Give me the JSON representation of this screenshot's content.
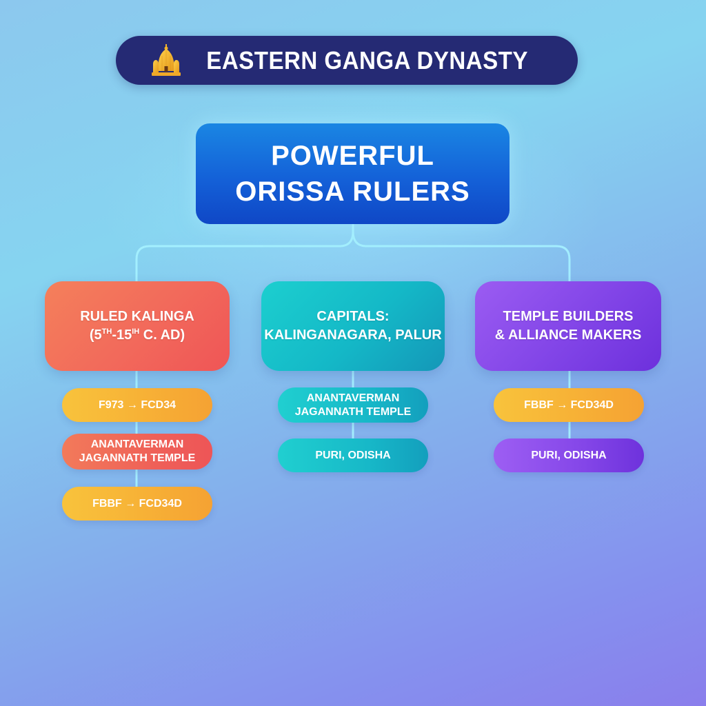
{
  "header": {
    "icon": "temple-icon",
    "title": "EASTERN GANGA DYNASTY"
  },
  "root": {
    "line1": "POWERFUL",
    "line2": "ORISSA RULERS"
  },
  "branches": [
    {
      "color": "#f06a5a",
      "line1": "RULED KALINGA",
      "line2_prefix": "(5",
      "line2_sup1": "TH",
      "line2_mid": "-15",
      "line2_sup2": "IH",
      "line2_suffix": " C. AD)",
      "children": [
        {
          "style": "yellow",
          "text": "F973 → FCD34"
        },
        {
          "style": "red",
          "line1": "ANANTAVERMAN",
          "line2": "JAGANNATH TEMPLE"
        },
        {
          "style": "yellow",
          "text": "FBBF → FCD34D"
        }
      ]
    },
    {
      "color": "#17b8c8",
      "line1": "CAPITALS:",
      "line2": "KALINGANAGARA, PALUR",
      "children": [
        {
          "style": "teal",
          "line1": "ANANTAVERMAN",
          "line2": "JAGANNATH TEMPLE"
        },
        {
          "style": "teal",
          "text": "PURI, ODISHA"
        }
      ]
    },
    {
      "color": "#8446e8",
      "line1": "TEMPLE BUILDERS",
      "line2": "& ALLIANCE MAKERS",
      "children": [
        {
          "style": "yellow",
          "text": "FBBF →  FCD34D"
        },
        {
          "style": "purple",
          "text": "PURI, ODISHA"
        }
      ]
    }
  ],
  "colors": {
    "title_bar": "#252a74",
    "root_card": "#1461d8",
    "connector": "#9ef0ff",
    "temple_gold": "#f5b52a"
  }
}
